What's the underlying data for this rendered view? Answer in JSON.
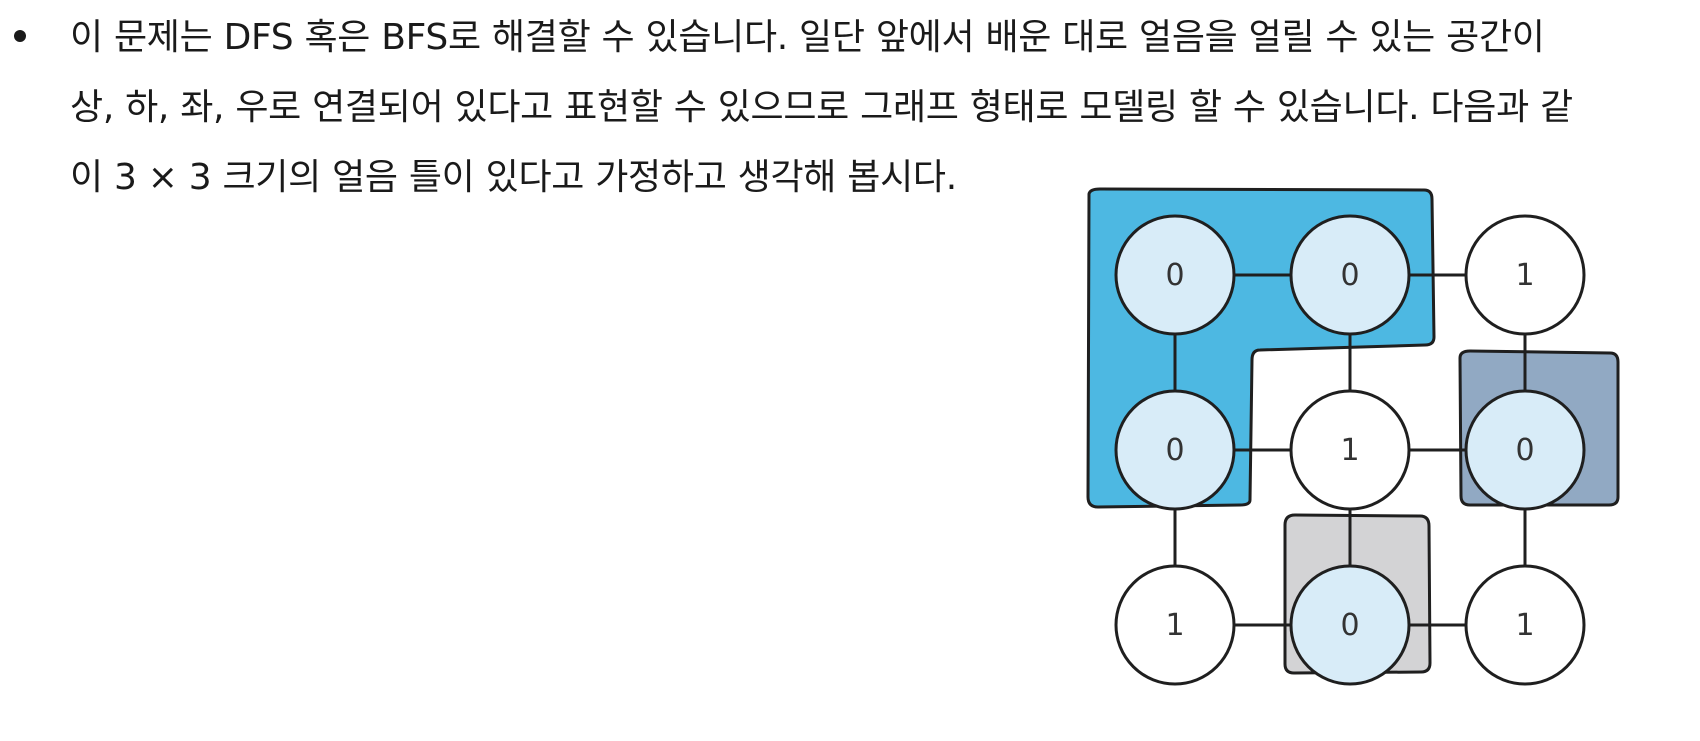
{
  "paragraph": {
    "lines": [
      "이 문제는 DFS 혹은 BFS로 해결할 수 있습니다. 일단 앞에서 배운 대로 얼음을 얼릴 수 있는 공간이",
      "상, 하, 좌, 우로 연결되어 있다고 표현할 수 있으므로 그래프 형태로 모델링 할 수 있습니다. 다음과 같",
      "이 3 × 3 크기의 얼음 틀이 있다고 가정하고 생각해 봅시다."
    ]
  },
  "grid": {
    "rows": [
      [
        "0",
        "0",
        "1"
      ],
      [
        "0",
        "1",
        "0"
      ],
      [
        "1",
        "0",
        "1"
      ]
    ]
  },
  "colors": {
    "region_1_fill": "#4DB8E2",
    "region_2_fill": "#91A9C3",
    "region_3_fill": "#D3D3D5",
    "zero_node_fill": "#D8ECF8",
    "one_node_fill": "#FFFFFF",
    "stroke": "#1f1f1f"
  }
}
